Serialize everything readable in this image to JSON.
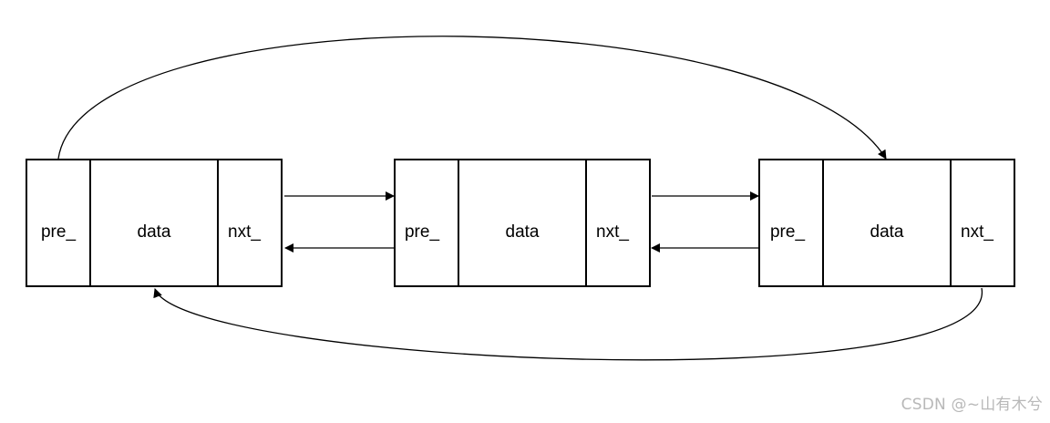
{
  "diagram": {
    "nodes": [
      {
        "pre": "pre_",
        "data": "data",
        "nxt": "nxt_"
      },
      {
        "pre": "pre_",
        "data": "data",
        "nxt": "nxt_"
      },
      {
        "pre": "pre_",
        "data": "data",
        "nxt": "nxt_"
      }
    ]
  },
  "watermark": "CSDN @~山有木兮",
  "colors": {
    "line": "#000000",
    "background": "#ffffff",
    "watermark": "#b8b8b8"
  }
}
